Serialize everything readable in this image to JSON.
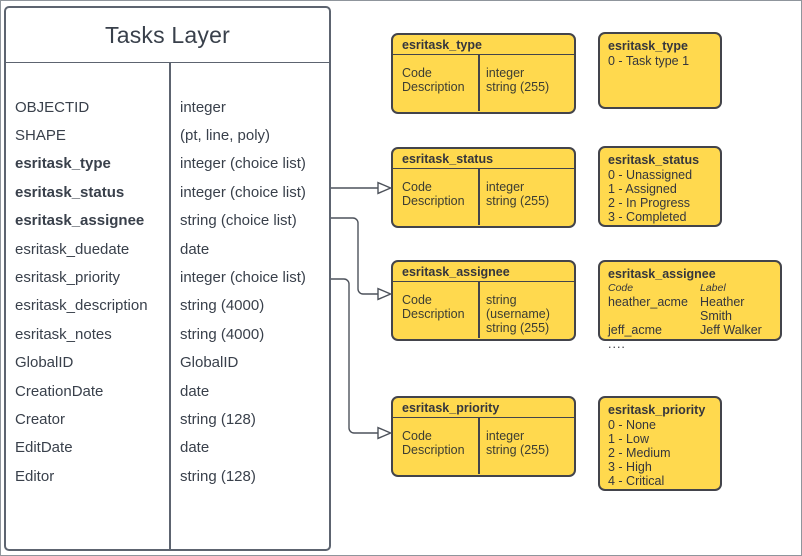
{
  "colors": {
    "yellow_fill": "#ffd94e",
    "box_border": "#43444b",
    "table_border": "#5d6470",
    "text": "#39404b",
    "connector": "#4d525b",
    "page_background": "#ffffff"
  },
  "tasks_layer": {
    "title": "Tasks Layer",
    "fields": [
      {
        "name": "OBJECTID",
        "type": "integer"
      },
      {
        "name": "SHAPE",
        "type": "(pt, line, poly)"
      },
      {
        "name": "esritask_type",
        "type": "integer (choice list)"
      },
      {
        "name": "esritask_status",
        "type": "integer (choice list)"
      },
      {
        "name": "esritask_assignee",
        "type": "string (choice list)"
      },
      {
        "name": "esritask_duedate",
        "type": "date"
      },
      {
        "name": "esritask_priority",
        "type": "integer (choice list)"
      },
      {
        "name": "esritask_description",
        "type": "string (4000)"
      },
      {
        "name": "esritask_notes",
        "type": "string (4000)"
      },
      {
        "name": "GlobalID",
        "type": "GlobalID"
      },
      {
        "name": "CreationDate",
        "type": "date"
      },
      {
        "name": "Creator",
        "type": "string (128)"
      },
      {
        "name": "EditDate",
        "type": "date"
      },
      {
        "name": "Editor",
        "type": "string (128)"
      }
    ]
  },
  "domain_tables": [
    {
      "title": "esritask_type",
      "field1": "Code",
      "field2": "Description",
      "type1": "integer",
      "type2": "string (255)"
    },
    {
      "title": "esritask_status",
      "field1": "Code",
      "field2": "Description",
      "type1": "integer",
      "type2": "string (255)"
    },
    {
      "title": "esritask_assignee",
      "field1": "Code",
      "field2": "Description",
      "type1": "string (username)",
      "type2": "string (255)"
    },
    {
      "title": "esritask_priority",
      "field1": "Code",
      "field2": "Description",
      "type1": "integer",
      "type2": "string (255)"
    }
  ],
  "value_lists": {
    "type": {
      "title": "esritask_type",
      "values": [
        "0 - Task type 1"
      ]
    },
    "status": {
      "title": "esritask_status",
      "values": [
        "0 - Unassigned",
        "1 - Assigned",
        "2 - In Progress",
        "3 - Completed"
      ]
    },
    "assignee": {
      "title": "esritask_assignee",
      "col1": "Code",
      "col2": "Label",
      "rows": [
        {
          "code": "heather_acme",
          "label": "Heather Smith"
        },
        {
          "code": "jeff_acme",
          "label": "Jeff Walker"
        }
      ],
      "more": "...."
    },
    "priority": {
      "title": "esritask_priority",
      "values": [
        "0 - None",
        "1 - Low",
        "2 - Medium",
        "3 - High",
        "4 - Critical"
      ]
    }
  }
}
